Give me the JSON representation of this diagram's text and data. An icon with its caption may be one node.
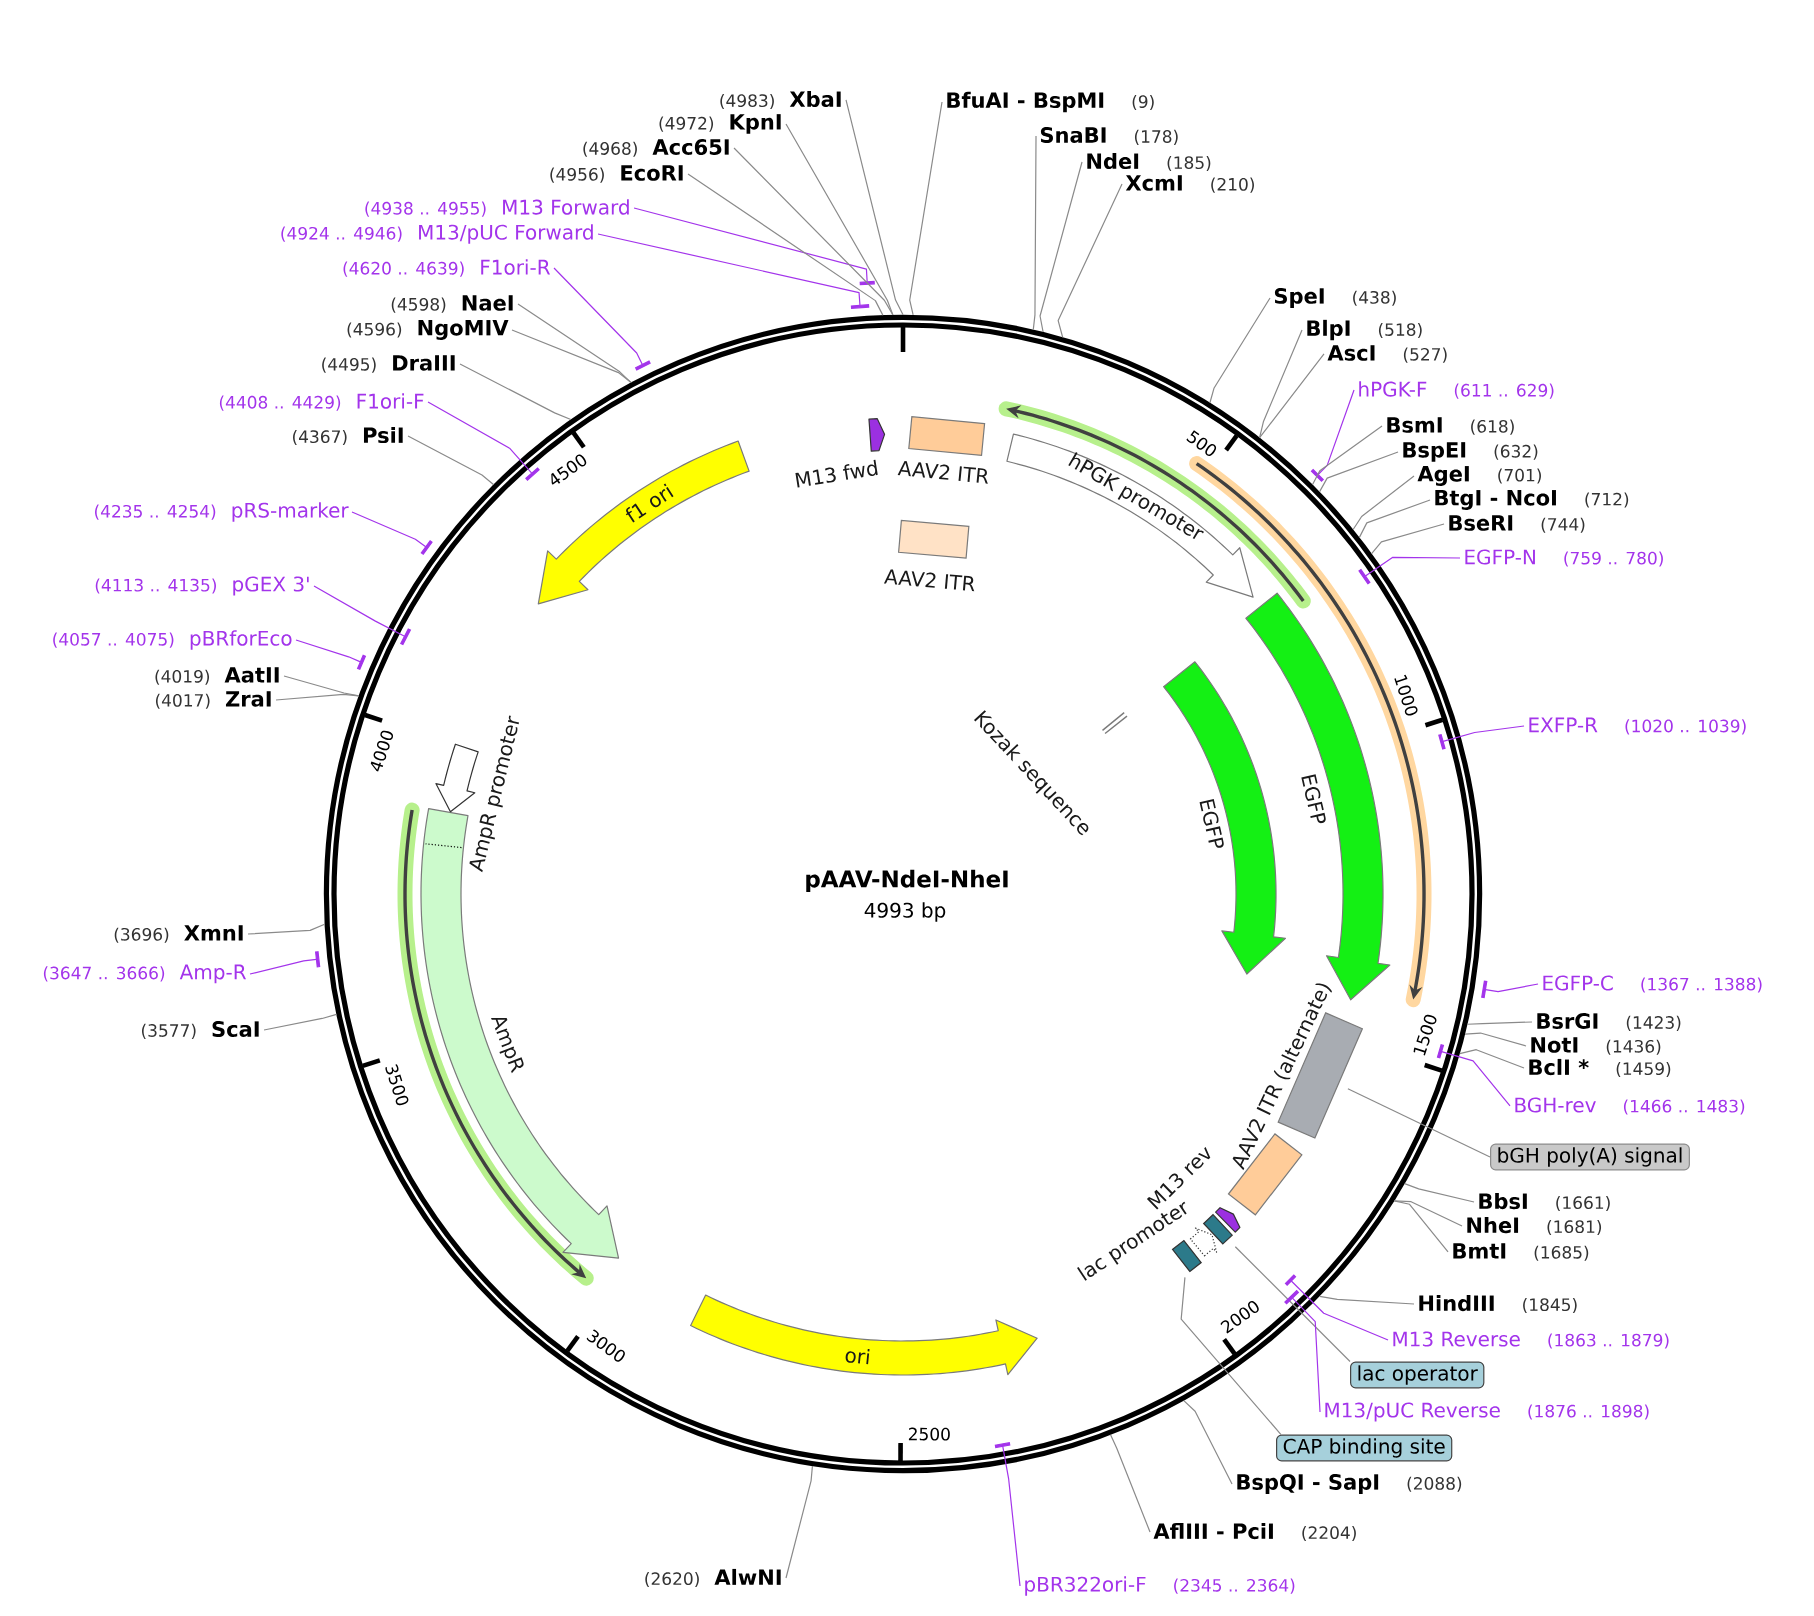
{
  "diagram": {
    "title": "pAAV-NdeI-NheI",
    "nodes": [
      {
        "text": [
          "BfuAI - BspMI",
          "(9)"
        ]
      },
      {
        "text": [
          "SnaBI",
          "(178)"
        ]
      },
      {
        "text": [
          "NdeI",
          "(185)"
        ]
      },
      {
        "text": [
          "XcmI",
          "(210)"
        ]
      },
      {
        "text": [
          "SpeI",
          "(438)"
        ]
      },
      {
        "text": [
          "BlpI",
          "(518)"
        ]
      },
      {
        "text": [
          "AscI",
          "(527)"
        ]
      },
      {
        "text": [
          "hPGK-F",
          "(611 .. 629)"
        ]
      },
      {
        "text": [
          "BsmI",
          "(618)"
        ]
      },
      {
        "text": [
          "BspEI",
          "(632)"
        ]
      },
      {
        "text": [
          "AgeI",
          "(701)"
        ]
      },
      {
        "text": [
          "BtgI - NcoI",
          "(712)"
        ]
      },
      {
        "text": [
          "BseRI",
          "(744)"
        ]
      },
      {
        "text": [
          "EGFP-N",
          "(759 .. 780)"
        ]
      },
      {
        "text": [
          "EXFP-R",
          "(1020 .. 1039)"
        ]
      },
      {
        "text": [
          "EGFP-C",
          "(1367 .. 1388)"
        ]
      },
      {
        "text": [
          "BsrGI",
          "(1423)"
        ]
      },
      {
        "text": [
          "NotI",
          "(1436)"
        ]
      },
      {
        "text": [
          "BclI *",
          "(1459)"
        ]
      },
      {
        "text": [
          "BGH-rev",
          "(1466 .. 1483)"
        ]
      },
      {
        "text": [
          "bGH poly(A) signal"
        ]
      },
      {
        "text": [
          "BbsI",
          "(1661)"
        ]
      },
      {
        "text": [
          "NheI",
          "(1681)"
        ]
      },
      {
        "text": [
          "BmtI",
          "(1685)"
        ]
      },
      {
        "text": [
          "HindIII",
          "(1845)"
        ]
      },
      {
        "text": [
          "M13 Reverse",
          "(1863 .. 1879)"
        ]
      },
      {
        "text": [
          "lac operator"
        ]
      },
      {
        "text": [
          "M13/pUC Reverse",
          "(1876 .. 1898)"
        ]
      },
      {
        "text": [
          "CAP binding site"
        ]
      },
      {
        "text": [
          "BspQI - SapI",
          "(2088)"
        ]
      },
      {
        "text": [
          "AflIII - PciI",
          "(2204)"
        ]
      },
      {
        "text": [
          "pBR322ori-F",
          "(2345 .. 2364)"
        ]
      },
      {
        "text": [
          "(2620)",
          "AlwNI"
        ]
      },
      {
        "text": [
          "(3577)",
          "ScaI"
        ]
      },
      {
        "text": [
          "(3647 .. 3666)",
          "Amp-R"
        ]
      },
      {
        "text": [
          "(3696)",
          "XmnI"
        ]
      },
      {
        "text": [
          "(4017)",
          "ZraI"
        ]
      },
      {
        "text": [
          "(4019)",
          "AatII"
        ]
      },
      {
        "text": [
          "(4057 .. 4075)",
          "pBRforEco"
        ]
      },
      {
        "text": [
          "(4113 .. 4135)",
          "pGEX 3'"
        ]
      },
      {
        "text": [
          "(4235 .. 4254)",
          "pRS-marker"
        ]
      },
      {
        "text": [
          "(4367)",
          "PsiI"
        ]
      },
      {
        "text": [
          "(4408 .. 4429)",
          "F1ori-F"
        ]
      },
      {
        "text": [
          "(4495)",
          "DraIII"
        ]
      },
      {
        "text": [
          "(4596)",
          "NgoMIV"
        ]
      },
      {
        "text": [
          "(4598)",
          "NaeI"
        ]
      },
      {
        "text": [
          "(4620 .. 4639)",
          "F1ori-R"
        ]
      },
      {
        "text": [
          "(4924 .. 4946)",
          "M13/pUC Forward"
        ]
      },
      {
        "text": [
          "(4938 .. 4955)",
          "M13 Forward"
        ]
      },
      {
        "text": [
          "(4956)",
          "EcoRI"
        ]
      },
      {
        "text": [
          "(4968)",
          "Acc65I"
        ]
      },
      {
        "text": [
          "(4972)",
          "KpnI"
        ]
      },
      {
        "text": [
          "(4983)",
          "XbaI"
        ]
      },
      {
        "text": [],
        "shape": "circle",
        "beside": [
          "500",
          "1000",
          "1500",
          "2000",
          "2500",
          "3000",
          "3500",
          "4000",
          "4500"
        ]
      },
      {
        "text": [],
        "shape": "arrow",
        "beside": [
          "M13 fwd"
        ],
        "in": 53
      },
      {
        "text": [],
        "shape": "box",
        "beside": [
          "AAV2 ITR"
        ],
        "in": 53
      },
      {
        "text": [],
        "shape": "box",
        "beside": [
          "AAV2 ITR"
        ],
        "in": 53
      },
      {
        "text": [
          "hPGK promoter"
        ],
        "in": 53
      },
      {
        "text": [],
        "shape": "arrow",
        "beside": [
          "EGFP"
        ],
        "in": 53
      },
      {
        "text": [],
        "shape": "bar",
        "beside": [
          "Kozak sequence"
        ],
        "in": 53
      },
      {
        "text": [],
        "shape": "arrow",
        "beside": [
          "EGFP"
        ],
        "in": 53
      },
      {
        "text": [],
        "shape": "box",
        "in": 53
      },
      {
        "text": [],
        "shape": "box",
        "beside": [
          "AAV2 ITR (alternate)"
        ],
        "in": 53
      },
      {
        "text": [],
        "shape": "arrow",
        "beside": [
          "M13 rev"
        ],
        "in": 53
      },
      {
        "text": [],
        "shape": "box",
        "in": 53
      },
      {
        "text": [],
        "shape": "arrow",
        "beside": [
          "lac promoter"
        ],
        "in": 53
      },
      {
        "text": [],
        "shape": "box",
        "in": 53
      },
      {
        "text": [
          "ori"
        ],
        "in": 53
      },
      {
        "text": [],
        "shape": "arrow",
        "beside": [
          "AmpR"
        ],
        "in": 53
      },
      {
        "text": [],
        "shape": "arrow",
        "beside": [
          "AmpR promoter"
        ],
        "in": 53
      },
      {
        "text": [
          "f1 ori"
        ],
        "in": 53
      }
    ],
    "edges": [
      {
        "from": 0,
        "to": 53,
        "arrow": "none"
      },
      {
        "from": 1,
        "to": 53,
        "arrow": "none"
      },
      {
        "from": 2,
        "to": 53,
        "arrow": "none"
      },
      {
        "from": 3,
        "to": 53,
        "arrow": "none"
      },
      {
        "from": 4,
        "to": 53,
        "arrow": "none"
      },
      {
        "from": 5,
        "to": 53,
        "arrow": "none"
      },
      {
        "from": 6,
        "to": 53,
        "arrow": "none"
      },
      {
        "from": 7,
        "to": 53,
        "arrow": "other",
        "color": "#a334eb"
      },
      {
        "from": 8,
        "to": 53,
        "arrow": "none"
      },
      {
        "from": 9,
        "to": 53,
        "arrow": "none"
      },
      {
        "from": 10,
        "to": 53,
        "arrow": "none"
      },
      {
        "from": 11,
        "to": 53,
        "arrow": "none"
      },
      {
        "from": 12,
        "to": 53,
        "arrow": "none"
      },
      {
        "from": 13,
        "to": 53,
        "arrow": "other",
        "color": "#a334eb"
      },
      {
        "from": 14,
        "to": 53,
        "arrow": "other",
        "color": "#a334eb"
      },
      {
        "from": 15,
        "to": 53,
        "arrow": "other",
        "color": "#a334eb"
      },
      {
        "from": 16,
        "to": 53,
        "arrow": "none"
      },
      {
        "from": 17,
        "to": 53,
        "arrow": "none"
      },
      {
        "from": 18,
        "to": 53,
        "arrow": "none"
      },
      {
        "from": 19,
        "to": 53,
        "arrow": "other",
        "color": "#a334eb"
      },
      {
        "from": 20,
        "to": 61,
        "arrow": "none"
      },
      {
        "from": 21,
        "to": 53,
        "arrow": "none"
      },
      {
        "from": 22,
        "to": 53,
        "arrow": "none"
      },
      {
        "from": 23,
        "to": 53,
        "arrow": "none"
      },
      {
        "from": 24,
        "to": 53,
        "arrow": "none"
      },
      {
        "from": 25,
        "to": 53,
        "arrow": "other",
        "color": "#a334eb"
      },
      {
        "from": 26,
        "to": 64,
        "arrow": "none"
      },
      {
        "from": 27,
        "to": 53,
        "arrow": "other",
        "color": "#a334eb"
      },
      {
        "from": 28,
        "to": 66,
        "arrow": "none"
      },
      {
        "from": 29,
        "to": 53,
        "arrow": "none"
      },
      {
        "from": 30,
        "to": 53,
        "arrow": "none"
      },
      {
        "from": 31,
        "to": 53,
        "arrow": "other",
        "color": "#a334eb"
      },
      {
        "from": 32,
        "to": 53,
        "arrow": "none"
      },
      {
        "from": 33,
        "to": 53,
        "arrow": "none"
      },
      {
        "from": 34,
        "to": 53,
        "arrow": "other",
        "color": "#a334eb"
      },
      {
        "from": 35,
        "to": 53,
        "arrow": "none"
      },
      {
        "from": 36,
        "to": 53,
        "arrow": "none"
      },
      {
        "from": 37,
        "to": 53,
        "arrow": "none"
      },
      {
        "from": 38,
        "to": 53,
        "arrow": "other",
        "color": "#a334eb"
      },
      {
        "from": 39,
        "to": 53,
        "arrow": "other",
        "color": "#a334eb"
      },
      {
        "from": 40,
        "to": 53,
        "arrow": "other",
        "color": "#a334eb"
      },
      {
        "from": 41,
        "to": 53,
        "arrow": "none"
      },
      {
        "from": 42,
        "to": 53,
        "arrow": "other",
        "color": "#a334eb"
      },
      {
        "from": 43,
        "to": 53,
        "arrow": "none"
      },
      {
        "from": 44,
        "to": 53,
        "arrow": "none"
      },
      {
        "from": 45,
        "to": 53,
        "arrow": "none"
      },
      {
        "from": 46,
        "to": 53,
        "arrow": "other",
        "color": "#a334eb"
      },
      {
        "from": 47,
        "to": 53,
        "arrow": "other",
        "color": "#a334eb"
      },
      {
        "from": 48,
        "to": 53,
        "arrow": "other",
        "color": "#a334eb"
      },
      {
        "from": 49,
        "to": 53,
        "arrow": "none"
      },
      {
        "from": 50,
        "to": 53,
        "arrow": "none"
      },
      {
        "from": 51,
        "to": 53,
        "arrow": "none"
      },
      {
        "from": 52,
        "to": 53,
        "arrow": "none"
      }
    ],
    "labels": [
      "4993 bp"
    ]
  }
}
